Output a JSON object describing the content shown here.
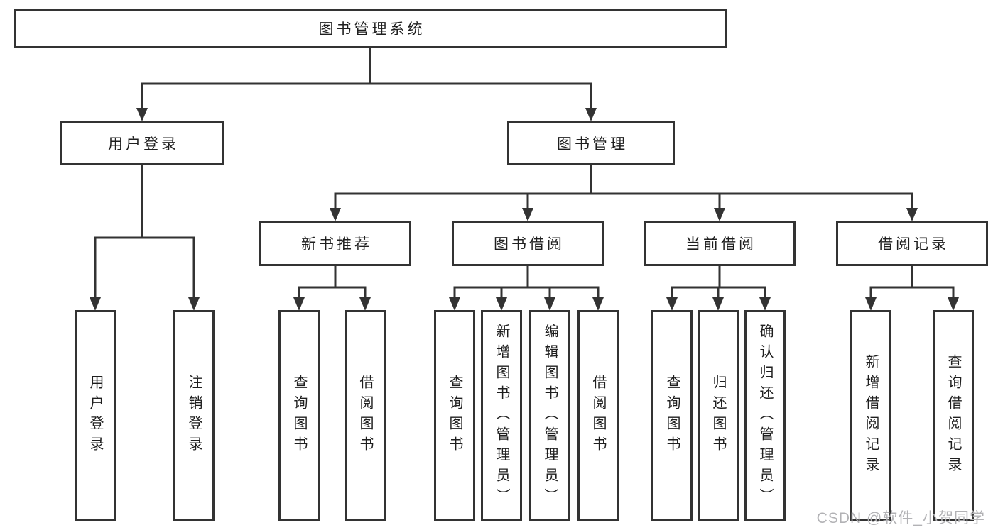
{
  "nodes": {
    "root": "图书管理系统",
    "level2": {
      "user_login": "用户登录",
      "book_management": "图书管理"
    },
    "level3": {
      "new_book_recommend": "新书推荐",
      "book_borrowing": "图书借阅",
      "current_borrowing": "当前借阅",
      "borrowing_records": "借阅记录"
    },
    "leaves": {
      "user_login": [
        "用户登录",
        "注销登录"
      ],
      "new_book_recommend": [
        "查询图书",
        "借阅图书"
      ],
      "book_borrowing": [
        "查询图书",
        "新增图书（管理员）",
        "编辑图书（管理员）",
        "借阅图书"
      ],
      "current_borrowing": [
        "查询图书",
        "归还图书",
        "确认归还（管理员）"
      ],
      "borrowing_records": [
        "新增借阅记录",
        "查询借阅记录"
      ]
    }
  },
  "watermark": "CSDN @软件_小贺同学",
  "colors": {
    "line": "#333333",
    "box_border": "#333333",
    "text": "#1f1f1f",
    "watermark": "#b2b2b5",
    "background": "#ffffff"
  }
}
